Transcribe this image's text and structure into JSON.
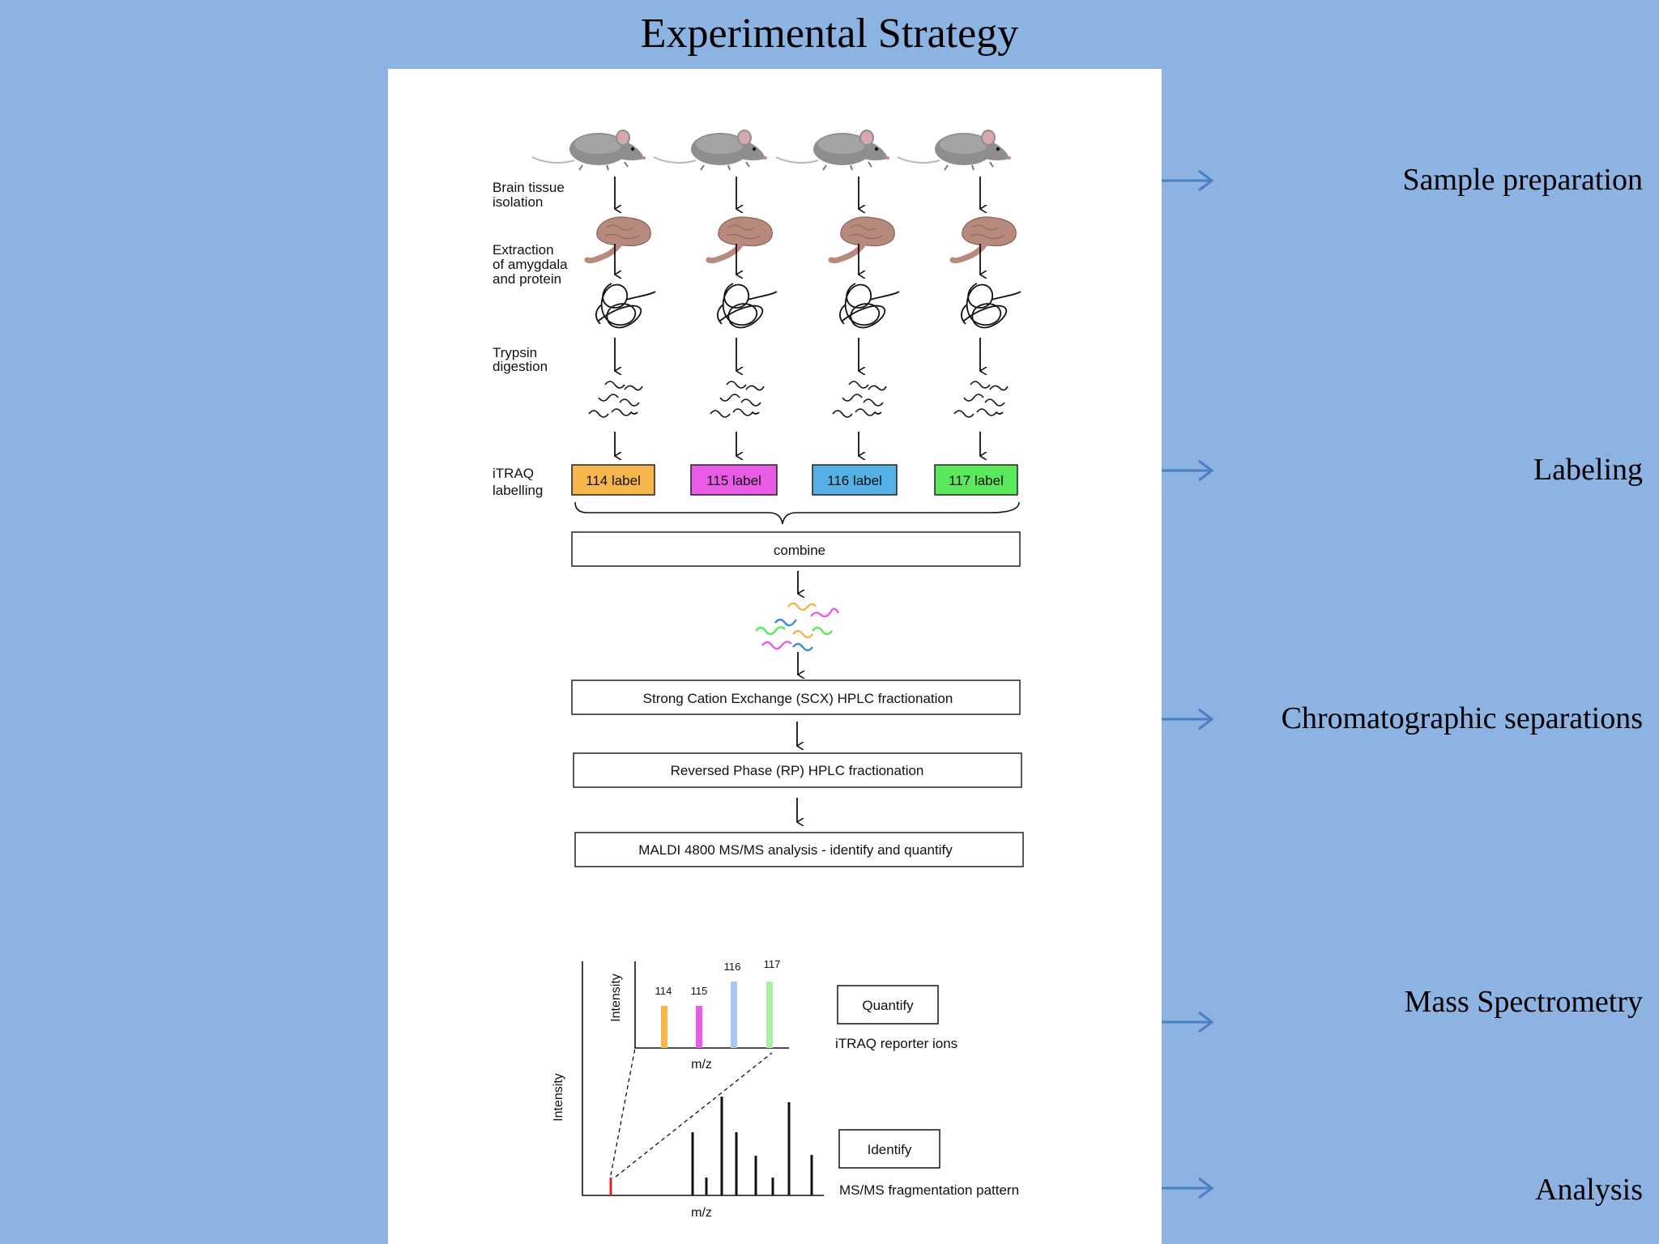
{
  "title": "Experimental Strategy",
  "stages": [
    {
      "label": "Sample preparation"
    },
    {
      "label": "Labeling"
    },
    {
      "label": "Chromatographic separations"
    },
    {
      "label": "Mass Spectrometry"
    },
    {
      "label": "Analysis"
    }
  ],
  "figure": {
    "steps": {
      "brain_tissue": [
        "Brain tissue",
        "isolation"
      ],
      "extraction": [
        "Extraction",
        "of amygdala",
        "and protein"
      ],
      "trypsin": [
        "Trypsin",
        "digestion"
      ],
      "itraq": [
        "iTRAQ",
        "labelling"
      ]
    },
    "labels": [
      {
        "text": "114 label",
        "color": "#f6b64b"
      },
      {
        "text": "115 label",
        "color": "#e95be6"
      },
      {
        "text": "116 label",
        "color": "#55b0e6"
      },
      {
        "text": "117 label",
        "color": "#5be85b"
      }
    ],
    "combine": "combine",
    "scx": "Strong Cation Exchange (SCX) HPLC fractionation",
    "rp": "Reversed Phase (RP) HPLC fractionation",
    "maldi": "MALDI 4800 MS/MS analysis - identify and quantify",
    "spectrum": {
      "y_label": "Intensity",
      "x_label": "m/z",
      "inset_y_label": "Intensity",
      "inset_x_label": "m/z",
      "peaks": [
        {
          "label": "114",
          "color": "#f6b64b"
        },
        {
          "label": "115",
          "color": "#e95be6"
        },
        {
          "label": "116",
          "color": "#a8c8f0"
        },
        {
          "label": "117",
          "color": "#a8f0a8"
        }
      ],
      "quantify": "Quantify",
      "quantify_caption": "iTRAQ reporter ions",
      "identify": "Identify",
      "identify_caption": "MS/MS fragmentation pattern"
    }
  }
}
